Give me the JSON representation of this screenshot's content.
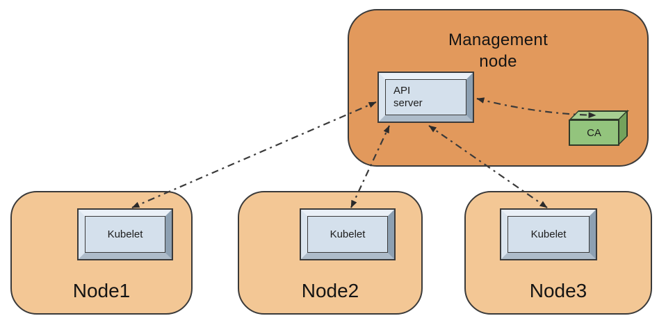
{
  "management": {
    "label": "Management\nnode",
    "api_server_label": "API\nserver",
    "ca_label": "CA"
  },
  "nodes": [
    {
      "label": "Node1",
      "component_label": "Kubelet"
    },
    {
      "label": "Node2",
      "component_label": "Kubelet"
    },
    {
      "label": "Node3",
      "component_label": "Kubelet"
    }
  ],
  "connections": [
    {
      "from": "Kubelet (Node1)",
      "to": "API server",
      "style": "dash-dot",
      "arrows": "both"
    },
    {
      "from": "Kubelet (Node2)",
      "to": "API server",
      "style": "dash-dot",
      "arrows": "both"
    },
    {
      "from": "Kubelet (Node3)",
      "to": "API server",
      "style": "dash-dot",
      "arrows": "both"
    },
    {
      "from": "API server",
      "to": "CA",
      "style": "dash-dot",
      "arrows": "both"
    }
  ],
  "colors": {
    "management_node_fill": "#e2995c",
    "worker_node_fill": "#f3c795",
    "component_face": "#d4e0ec",
    "ca_fill": "#93c47d",
    "arrow": "#3a3a3a",
    "outline": "#3a3a3a",
    "background": "#ffffff"
  }
}
